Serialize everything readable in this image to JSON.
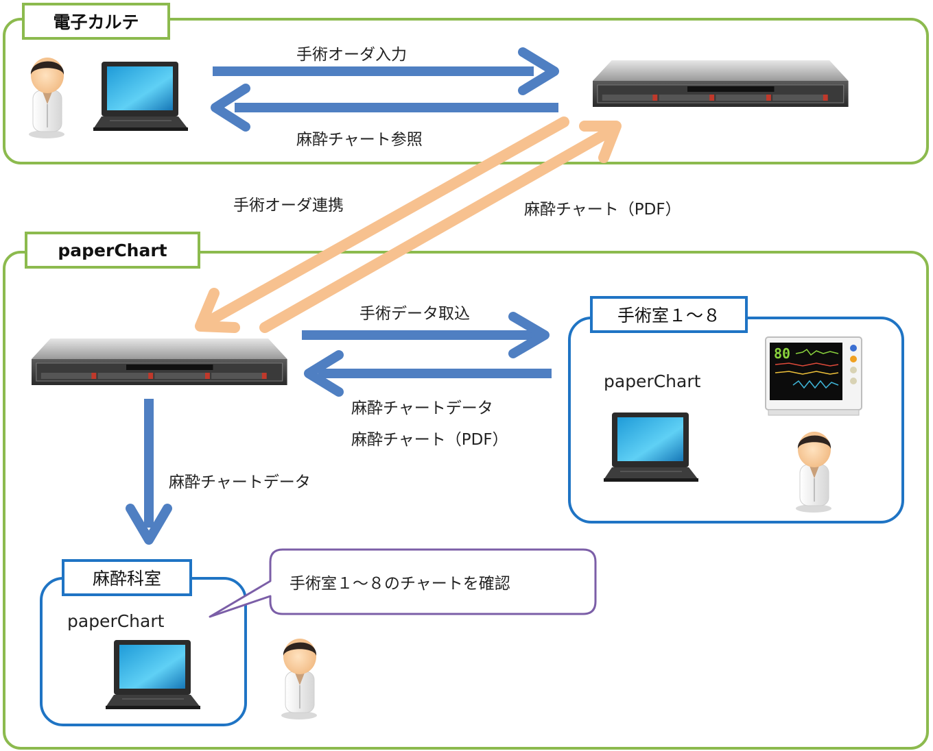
{
  "groups": {
    "emr_title": "電子カルテ",
    "paperchart_title": "paperChart"
  },
  "rooms": {
    "or_title": "手術室１～８",
    "anes_title": "麻酔科室"
  },
  "apps": {
    "or_app": "paperChart",
    "anes_app": "paperChart"
  },
  "arrows": {
    "order_input": "手術オーダ入力",
    "chart_reference": "麻酔チャート参照",
    "order_link": "手術オーダ連携",
    "chart_pdf_up": "麻酔チャート（PDF）",
    "surgery_data_import": "手術データ取込",
    "chart_data_back": "麻酔チャートデータ",
    "chart_pdf_back": "麻酔チャート（PDF）",
    "chart_data_down": "麻酔チャートデータ"
  },
  "callout": {
    "text": "手術室１～８のチャートを確認"
  },
  "monitor": {
    "reading": "80"
  },
  "colors": {
    "group_border": "#8cba4e",
    "room_border": "#1f74c4",
    "callout_border": "#7b5ea7",
    "blue_arrow": "#4f7fc2",
    "orange_arrow": "#f7c18f"
  },
  "icons": [
    "doctor-icon",
    "laptop-icon",
    "server-icon",
    "patient-monitor-icon"
  ]
}
